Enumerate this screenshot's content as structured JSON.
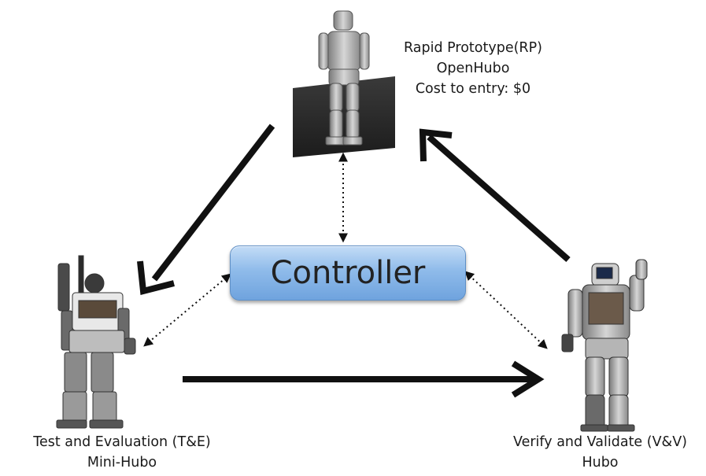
{
  "nodes": {
    "rapid_prototype": {
      "line1": "Rapid Prototype(RP)",
      "line2": "OpenHubo",
      "line3": "Cost to entry: $0"
    },
    "test_evaluation": {
      "line1": "Test and Evaluation (T&E)",
      "line2": "Mini-Hubo"
    },
    "verify_validate": {
      "line1": "Verify and Validate (V&V)",
      "line2": "Hubo"
    },
    "controller": {
      "label": "Controller"
    }
  },
  "colors": {
    "arrow": "#111111",
    "controller_fill": "#8fbbea",
    "controller_border": "#5e8fc6"
  }
}
